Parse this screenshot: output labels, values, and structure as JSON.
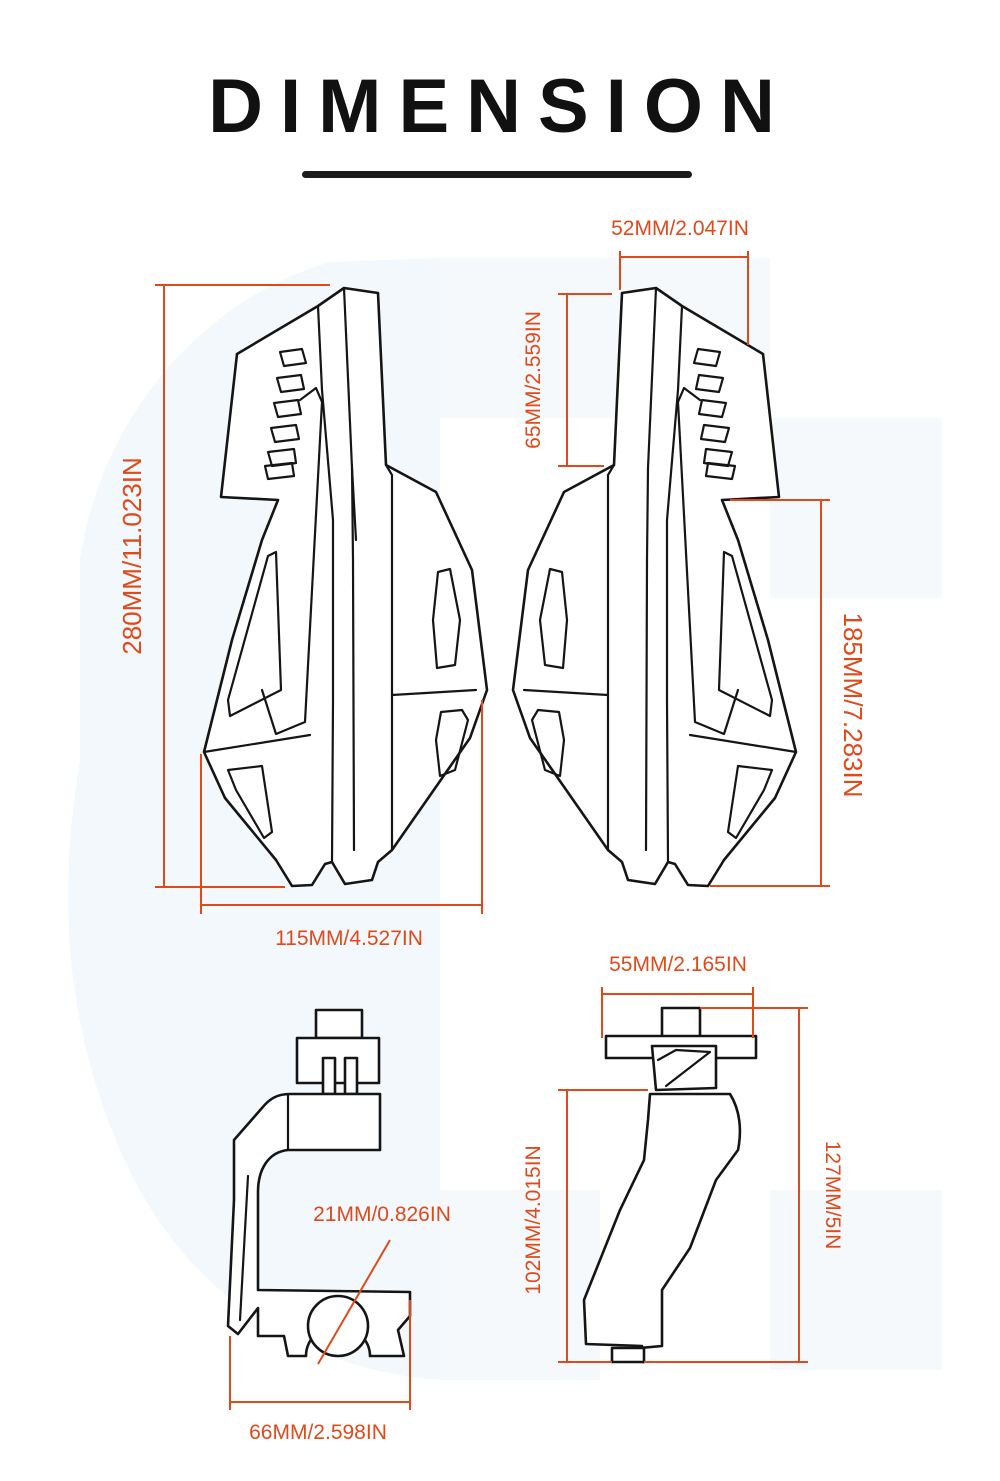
{
  "title": "DIMENSION",
  "accent_color": "#e04a1a",
  "line_color": "#151515",
  "dimensions": {
    "guard_width_top": "52MM/2.047IN",
    "vent_height": "65MM/2.559IN",
    "guard_length": "280MM/11.023IN",
    "guard_lower_height": "185MM/7.283IN",
    "guard_width": "115MM/4.527IN",
    "clamp_top_width": "55MM/2.165IN",
    "bar_diameter": "21MM/0.826IN",
    "mount_height": "102MM/4.015IN",
    "mount_total_height": "127MM/5IN",
    "clamp_width": "66MM/2.598IN"
  }
}
